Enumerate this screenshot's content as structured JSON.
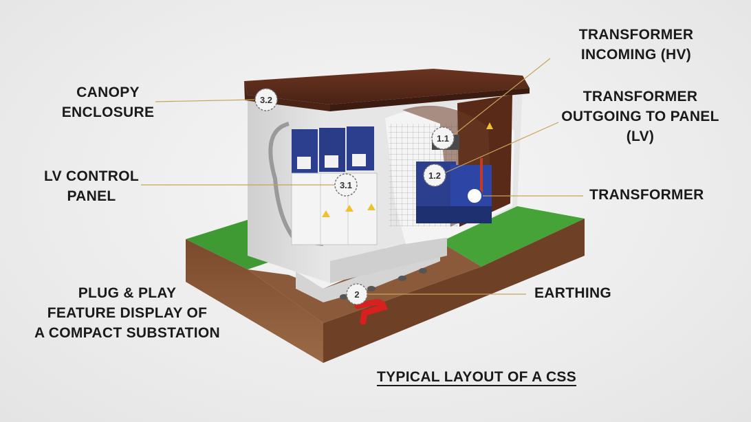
{
  "labels": {
    "canopy": "CANOPY\nENCLOSURE",
    "lv_panel": "LV CONTROL\nPANEL",
    "plug_play": "PLUG & PLAY\nFEATURE DISPLAY OF\nA COMPACT SUBSTATION",
    "tx_incoming": "TRANSFORMER\nINCOMING (HV)",
    "tx_outgoing": "TRANSFORMER\nOUTGOING TO PANEL\n(LV)",
    "transformer": "TRANSFORMER",
    "earthing": "EARTHING",
    "caption": "TYPICAL LAYOUT OF A CSS"
  },
  "callouts": {
    "c32": "3.2",
    "c31": "3.1",
    "c11": "1.1",
    "c12": "1.2",
    "c2": "2"
  },
  "colors": {
    "roof": "#5b2b1a",
    "wall": "#dcdcdc",
    "grass": "#3f9a33",
    "soil": "#8a5a3a",
    "panel_blue": "#2c3f8f",
    "leader_line": "#c9a25a",
    "earthing_pipe": "#d8201f"
  }
}
